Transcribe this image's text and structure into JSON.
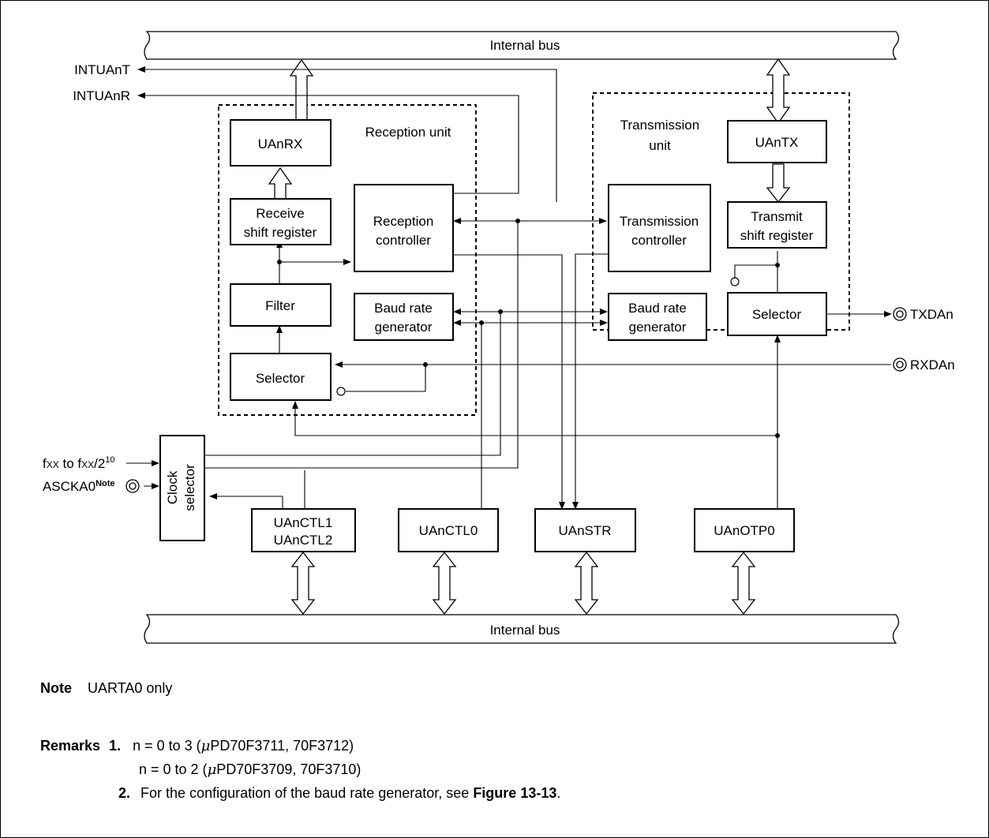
{
  "bus_top": "Internal bus",
  "bus_bottom": "Internal bus",
  "signals": {
    "intuant": "INTUAnT",
    "intuanr": "INTUAnR",
    "txdan": "TXDAn",
    "rxdan": "RXDAn",
    "fxx_main": "f",
    "fxx_sub": "XX",
    "fxx_to": " to f",
    "fxx_sub2": "XX",
    "fxx_div": "/2",
    "fxx_exp": "10",
    "asckao": "ASCKA0",
    "asckao_note": "Note"
  },
  "reception": {
    "unit_label": "Reception unit",
    "uanrx": "UAnRX",
    "shift_l1": "Receive",
    "shift_l2": "shift register",
    "ctrl_l1": "Reception",
    "ctrl_l2": "controller",
    "filter": "Filter",
    "baud_l1": "Baud rate",
    "baud_l2": "generator",
    "selector": "Selector"
  },
  "transmission": {
    "unit_l1": "Transmission",
    "unit_l2": "unit",
    "uantx": "UAnTX",
    "ctrl_l1": "Transmission",
    "ctrl_l2": "controller",
    "shift_l1": "Transmit",
    "shift_l2": "shift register",
    "baud_l1": "Baud rate",
    "baud_l2": "generator",
    "selector": "Selector"
  },
  "clock_selector": {
    "l1": "Clock",
    "l2": "selector"
  },
  "registers": {
    "ctl12_l1": "UAnCTL1",
    "ctl12_l2": "UAnCTL2",
    "ctl0": "UAnCTL0",
    "str": "UAnSTR",
    "otp0": "UAnOTP0"
  },
  "note": {
    "label": "Note",
    "text": "UARTA0 only"
  },
  "remarks": {
    "label": "Remarks",
    "num1": "1.",
    "r1a_pre": "n = 0 to 3 (",
    "r1a_mu": "μ",
    "r1a_post": "PD70F3711, 70F3712)",
    "r1b_pre": "n = 0 to 2 (",
    "r1b_mu": "μ",
    "r1b_post": "PD70F3709, 70F3710)",
    "num2": "2.",
    "r2_pre": "For the configuration of the baud rate generator, see ",
    "r2_bold": "Figure 13-13",
    "r2_post": "."
  }
}
